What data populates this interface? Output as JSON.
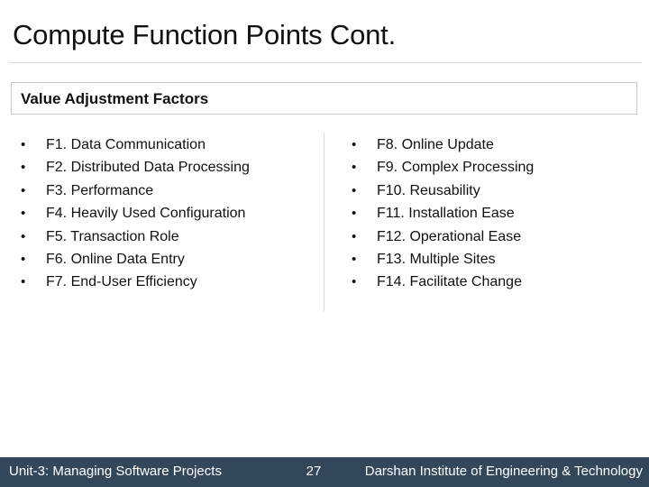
{
  "slide": {
    "title": "Compute Function Points Cont.",
    "section_header": "Value Adjustment Factors",
    "bullet_glyph": "•",
    "columns": {
      "left": [
        "F1. Data Communication",
        "F2. Distributed Data Processing",
        "F3. Performance",
        "F4. Heavily Used Configuration",
        "F5. Transaction Role",
        "F6. Online Data Entry",
        "F7. End-User Efficiency"
      ],
      "right": [
        "F8. Online Update",
        "F9. Complex Processing",
        "F10. Reusability",
        "F11. Installation Ease",
        "F12. Operational Ease",
        "F13. Multiple Sites",
        "F14. Facilitate Change"
      ]
    }
  },
  "footer": {
    "left": "Unit-3: Managing Software Projects",
    "page_number": "27",
    "right": "Darshan Institute of Engineering & Technology",
    "background_color": "#33475b",
    "text_color": "#ffffff"
  }
}
